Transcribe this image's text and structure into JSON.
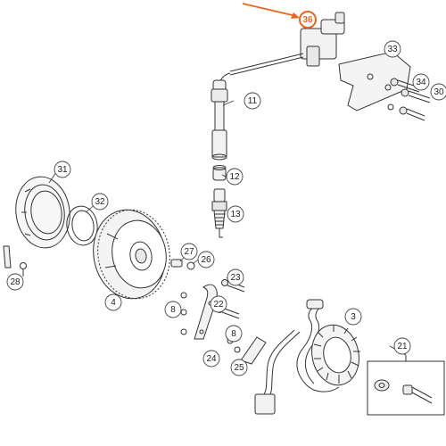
{
  "diagram": {
    "highlight_color": "#e8651c",
    "line_color": "#333333",
    "callouts": [
      {
        "id": "36",
        "label": "36",
        "highlighted": true
      },
      {
        "id": "33",
        "label": "33"
      },
      {
        "id": "34",
        "label": "34"
      },
      {
        "id": "30",
        "label": "30"
      },
      {
        "id": "11",
        "label": "11"
      },
      {
        "id": "31",
        "label": "31"
      },
      {
        "id": "32",
        "label": "32"
      },
      {
        "id": "12",
        "label": "12"
      },
      {
        "id": "13",
        "label": "13"
      },
      {
        "id": "27",
        "label": "27"
      },
      {
        "id": "26",
        "label": "26"
      },
      {
        "id": "28",
        "label": "28"
      },
      {
        "id": "23",
        "label": "23"
      },
      {
        "id": "4",
        "label": "4"
      },
      {
        "id": "8a",
        "label": "8"
      },
      {
        "id": "22",
        "label": "22"
      },
      {
        "id": "3",
        "label": "3"
      },
      {
        "id": "8b",
        "label": "8"
      },
      {
        "id": "24",
        "label": "24"
      },
      {
        "id": "25",
        "label": "25"
      },
      {
        "id": "21",
        "label": "21"
      }
    ]
  }
}
